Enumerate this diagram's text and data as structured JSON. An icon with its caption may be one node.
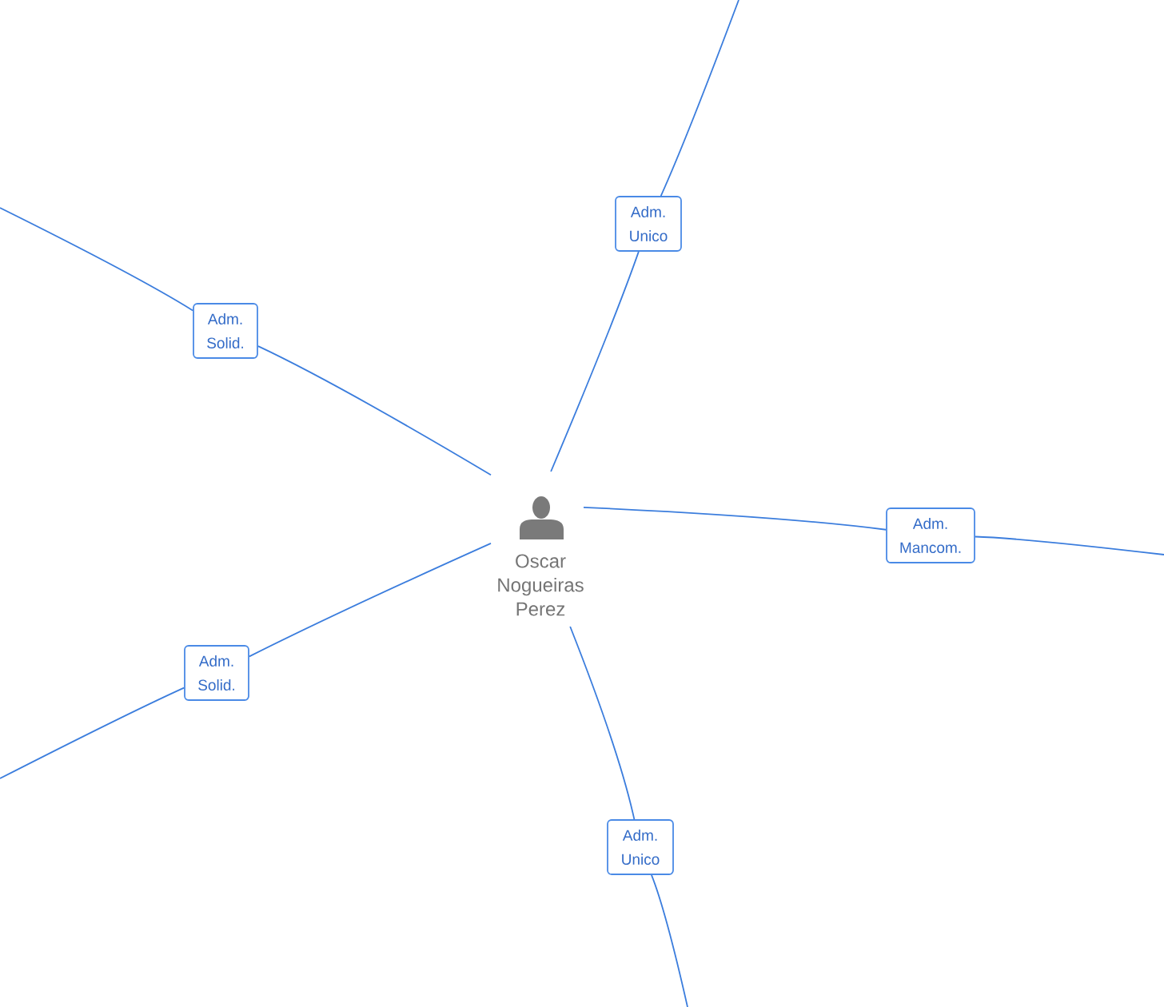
{
  "diagram": {
    "nodes": [
      {
        "text": [
          "Adm. Unico"
        ]
      },
      {
        "text": [
          "Adm. Solid."
        ]
      },
      {
        "text": [
          "Oscar Nogueiras Perez"
        ]
      },
      {
        "text": [
          "Adm. Mancom."
        ]
      },
      {
        "text": [
          "Adm. Solid."
        ]
      },
      {
        "text": [
          "Adm. Unico"
        ]
      }
    ],
    "edges": [
      {
        "from": 2,
        "to": 0,
        "arrow": "none"
      },
      {
        "from": 0,
        "to": null,
        "arrow": "none"
      },
      {
        "from": 2,
        "to": 1,
        "arrow": "none"
      },
      {
        "from": 1,
        "to": null,
        "arrow": "none"
      },
      {
        "from": 2,
        "to": 3,
        "arrow": "none"
      },
      {
        "from": 3,
        "to": null,
        "arrow": "none"
      },
      {
        "from": 2,
        "to": 4,
        "arrow": "none"
      },
      {
        "from": 4,
        "to": null,
        "arrow": "none"
      },
      {
        "from": 2,
        "to": 5,
        "arrow": "none"
      },
      {
        "from": 5,
        "to": null,
        "arrow": "none"
      }
    ]
  }
}
